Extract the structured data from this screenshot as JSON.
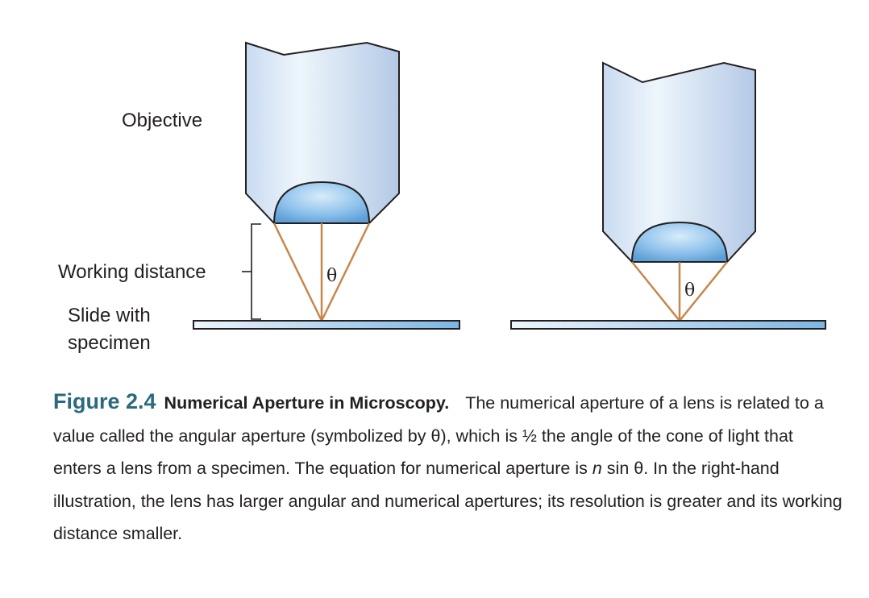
{
  "labels": {
    "objective": "Objective",
    "working_distance": "Working distance",
    "slide_line1": "Slide with",
    "slide_line2": "specimen",
    "theta_left": "θ",
    "theta_right": "θ"
  },
  "caption": {
    "figure_number": "Figure 2.4",
    "title": "Numerical Aperture in Microscopy.",
    "text_part1": "The numerical aperture of a lens is related to a value called the angular aperture (symbolized by θ), which is ½ the angle of the cone of light that enters a lens from a specimen. The equation for numerical aperture is ",
    "variable_n": "n",
    "text_part2": " sin θ. In the right-hand illustration, the lens has larger angular and numerical apertures; its resolution is greater and its working distance smaller."
  },
  "colors": {
    "objective_fill_light": "#eaf3fb",
    "objective_fill_dark": "#b8cde8",
    "lens_fill": "#7fb7e6",
    "cone_stroke": "#c8874a",
    "slide_fill": "#8ec1e8",
    "figure_number": "#2a6a7c"
  }
}
